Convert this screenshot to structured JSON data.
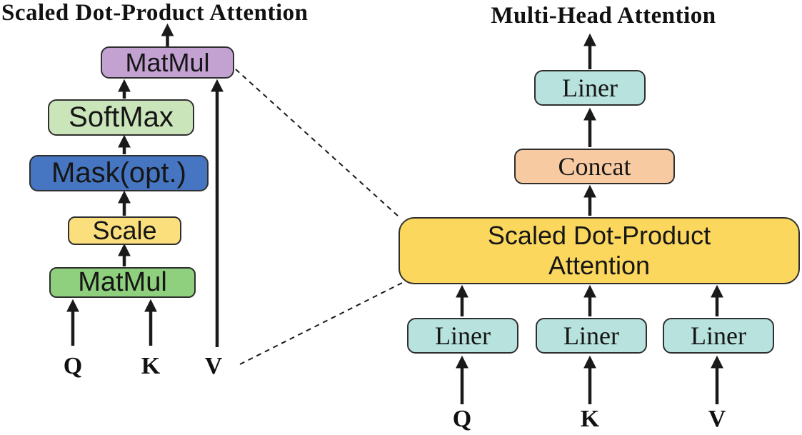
{
  "left": {
    "title": "Scaled Dot-Product Attention",
    "boxes": {
      "matmul_top": {
        "label": "MatMul",
        "color": "#c3a2d2"
      },
      "softmax": {
        "label": "SoftMax",
        "color": "#cbe5bb"
      },
      "mask": {
        "label": "Mask(opt.)",
        "color": "#4676c2"
      },
      "scale": {
        "label": "Scale",
        "color": "#fbdf7d"
      },
      "matmul_bottom": {
        "label": "MatMul",
        "color": "#8fd07e"
      }
    },
    "inputs": {
      "q": "Q",
      "k": "K",
      "v": "V"
    }
  },
  "right": {
    "title": "Multi-Head Attention",
    "boxes": {
      "linear_out": {
        "label": "Liner",
        "color": "#b7e2de"
      },
      "concat": {
        "label": "Concat",
        "color": "#f7caa2"
      },
      "sdpa": {
        "label": "Scaled Dot-Product Attention",
        "color": "#fbd75e"
      },
      "linear_q": {
        "label": "Liner",
        "color": "#b7e2de"
      },
      "linear_k": {
        "label": "Liner",
        "color": "#b7e2de"
      },
      "linear_v": {
        "label": "Liner",
        "color": "#b7e2de"
      }
    },
    "inputs": {
      "q": "Q",
      "k": "K",
      "v": "V"
    }
  },
  "colors": {
    "arrow": "#1a1a1a",
    "border": "#2f2f2f",
    "background": "#ffffff"
  }
}
